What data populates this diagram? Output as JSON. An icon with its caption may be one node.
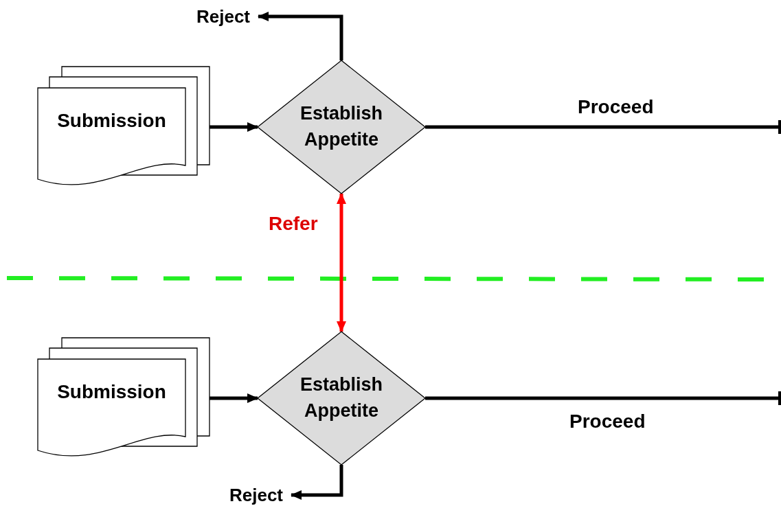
{
  "diagram": {
    "nodes": [
      {
        "text": [
          "Submission"
        ]
      },
      {
        "text": [
          "Establish Appetite"
        ]
      },
      {
        "text": [
          "Reject"
        ]
      },
      {
        "text": [
          "Submission"
        ]
      },
      {
        "text": [
          "Establish Appetite"
        ]
      },
      {
        "text": [
          "Reject"
        ]
      }
    ],
    "edges": [
      {
        "from": 0,
        "to": 1,
        "arrow": "to"
      },
      {
        "from": 1,
        "to": 2,
        "arrow": "to"
      },
      {
        "from": 1,
        "to": null,
        "arrow": "other",
        "label": "Proceed"
      },
      {
        "from": 1,
        "to": 4,
        "arrow": "both",
        "label": "Refer",
        "color": "#ff0000"
      },
      {
        "from": 3,
        "to": 4,
        "arrow": "to"
      },
      {
        "from": 4,
        "to": 5,
        "arrow": "to"
      },
      {
        "from": 4,
        "to": null,
        "arrow": "other",
        "label": "Proceed"
      }
    ]
  }
}
